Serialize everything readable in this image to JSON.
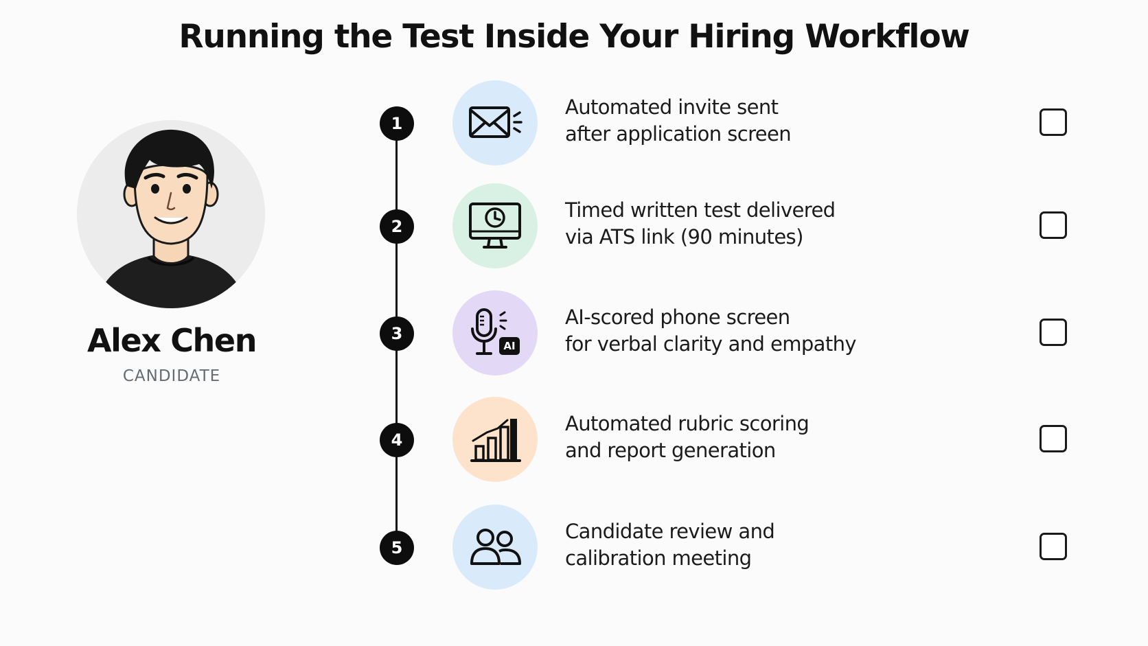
{
  "title": "Running the Test Inside Your Hiring Workflow",
  "candidate": {
    "name": "Alex Chen",
    "role": "CANDIDATE"
  },
  "colors": {
    "blue_circle": "#d9ebfa",
    "green_circle": "#d8f1e4",
    "purple_circle": "#e3d8f6",
    "orange_circle": "#fde3cb",
    "timeline": "#111111"
  },
  "steps": [
    {
      "number": "1",
      "icon": "envelope-icon",
      "color": "#d9ebfa",
      "line1": "Automated invite sent",
      "line2": "after application screen",
      "checked": false
    },
    {
      "number": "2",
      "icon": "monitor-clock-icon",
      "color": "#d8f1e4",
      "line1": "Timed written test delivered",
      "line2": "via ATS link (90 minutes)",
      "checked": false
    },
    {
      "number": "3",
      "icon": "microphone-ai-icon",
      "color": "#e3d8f6",
      "line1": "AI-scored phone screen",
      "line2": "for verbal clarity and empathy",
      "ai_badge": "AI",
      "checked": false
    },
    {
      "number": "4",
      "icon": "bar-chart-icon",
      "color": "#fde3cb",
      "line1": "Automated rubric scoring",
      "line2": "and report generation",
      "checked": false
    },
    {
      "number": "5",
      "icon": "people-icon",
      "color": "#d9ebfa",
      "line1": "Candidate review and",
      "line2": "calibration meeting",
      "checked": false
    }
  ]
}
